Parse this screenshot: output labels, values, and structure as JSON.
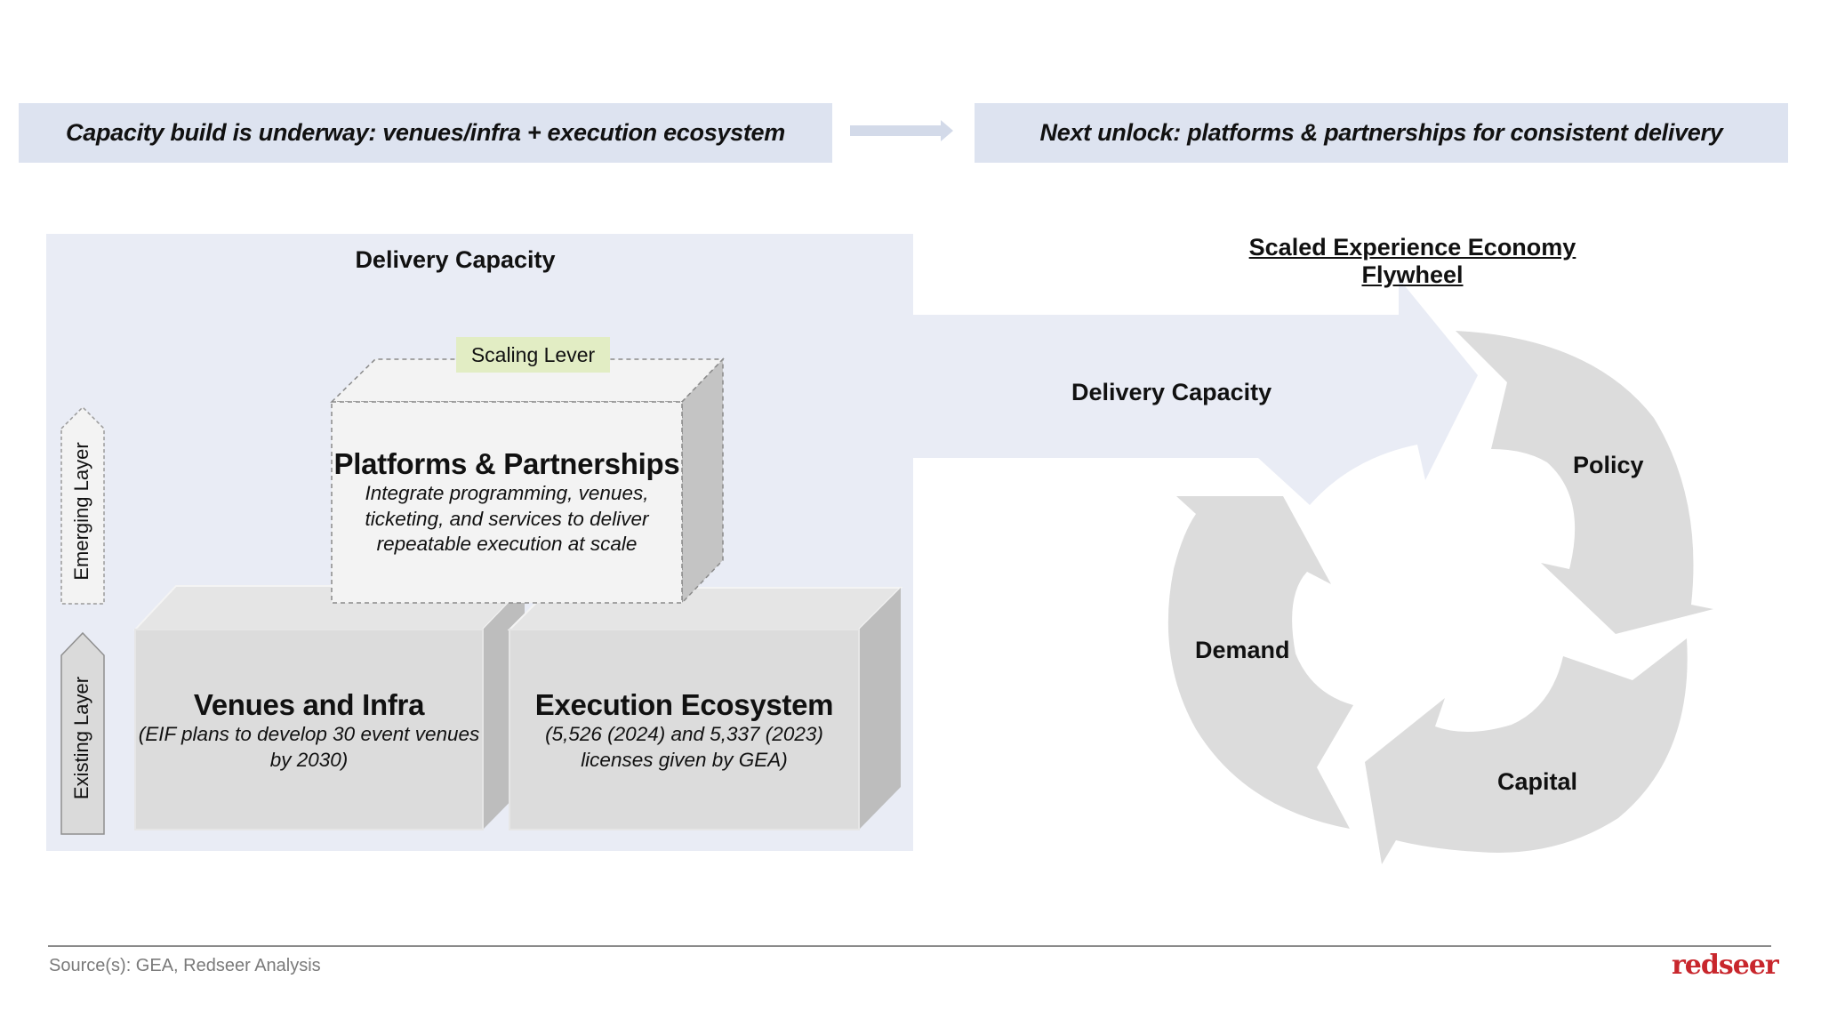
{
  "header": {
    "left_banner": "Capacity build is underway: venues/infra + execution ecosystem",
    "right_banner": "Next unlock: platforms & partnerships for consistent delivery",
    "connector_icon": "right-arrow-icon"
  },
  "left_panel": {
    "title": "Delivery Capacity",
    "scaling_tag": "Scaling Lever",
    "layers": {
      "emerging": "Emerging Layer",
      "existing": "Existing Layer"
    },
    "blocks": [
      {
        "title": "Platforms & Partnerships",
        "description": "Integrate programming, venues, ticketing, and services to deliver repeatable execution at scale",
        "layer": "emerging"
      },
      {
        "title": "Venues and Infra",
        "description": "(EIF plans to develop 30 event venues by 2030)",
        "layer": "existing"
      },
      {
        "title": "Execution Ecosystem",
        "description": "(5,526 (2024) and 5,337 (2023) licenses given by GEA)",
        "layer": "existing"
      }
    ]
  },
  "flywheel": {
    "title": "Scaled Experience Economy Flywheel",
    "segments": [
      {
        "label": "Delivery Capacity",
        "color": "#e9ecf5"
      },
      {
        "label": "Policy",
        "color": "#dcdcdc"
      },
      {
        "label": "Capital",
        "color": "#dcdcdc"
      },
      {
        "label": "Demand",
        "color": "#dcdcdc"
      }
    ]
  },
  "footer": {
    "source": "Source(s): GEA, Redseer Analysis",
    "logo": "redseer"
  },
  "colors": {
    "banner_bg": "#dde3f0",
    "panel_bg": "#e9ecf5",
    "tag_bg": "#e2edc4",
    "block_front": "#dcdcdc",
    "block_top": "#e5e5e5",
    "block_side": "#bdbdbd",
    "brand_red": "#c8262c"
  }
}
